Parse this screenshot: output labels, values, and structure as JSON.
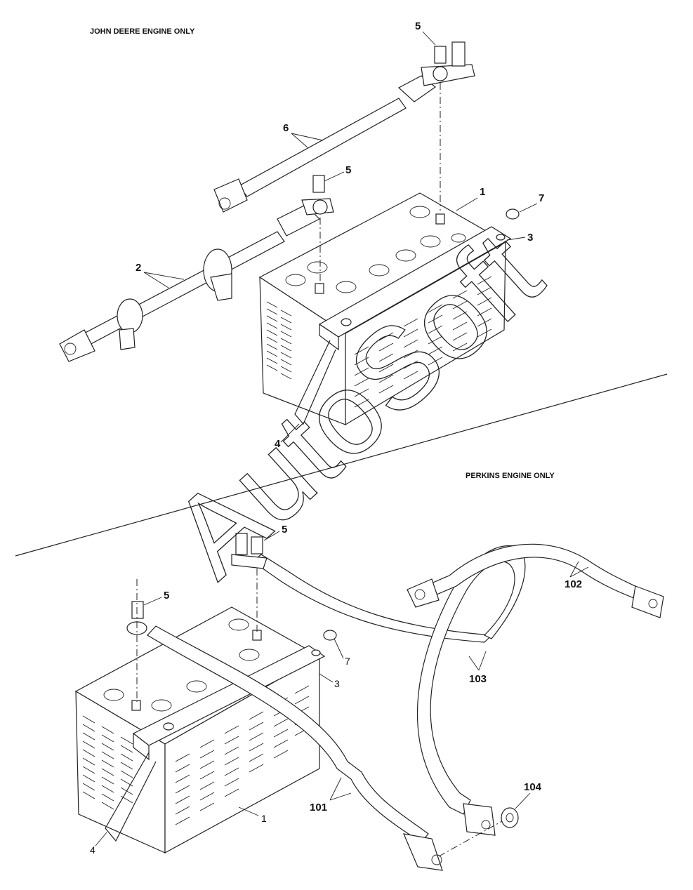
{
  "headers": {
    "john_deere": "JOHN DEERE ENGINE ONLY",
    "perkins": "PERKINS ENGINE ONLY"
  },
  "watermark": "AutoSoft",
  "callouts_top": {
    "c5a": "5",
    "c6": "6",
    "c5b": "5",
    "c1": "1",
    "c7": "7",
    "c3": "3",
    "c2": "2",
    "c4": "4"
  },
  "callouts_bottom": {
    "c5a": "5",
    "c5b": "5",
    "c7": "7",
    "c3": "3",
    "c102": "102",
    "c103": "103",
    "c101": "101",
    "c104": "104",
    "c1": "1",
    "c4": "4"
  }
}
